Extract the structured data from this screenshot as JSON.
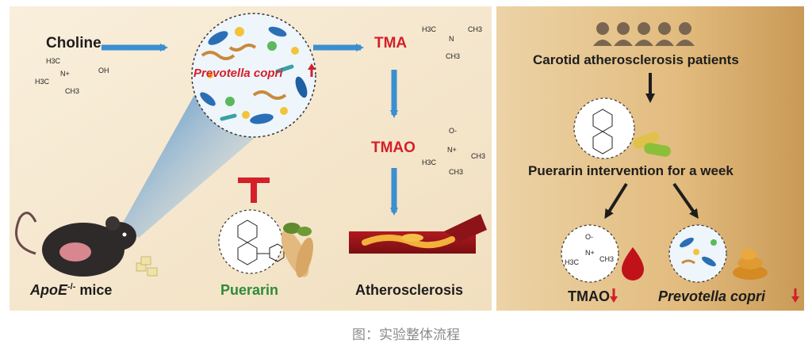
{
  "left_panel": {
    "choline_label": "Choline",
    "bacteria_label": "Prevotella copri",
    "tma_label": "TMA",
    "tmao_label": "TMAO",
    "mice_label_main": "ApoE",
    "mice_label_sup": "-/-",
    "mice_label_tail": " mice",
    "puerarin_label": "Puerarin",
    "athero_label": "Atherosclerosis"
  },
  "right_panel": {
    "patients_label": "Carotid atherosclerosis patients",
    "intervention_label": "Puerarin intervention for a week",
    "tmao_label": "TMAO",
    "bacteria_label": "Prevotella copri"
  },
  "chem": {
    "h3c": "H3C",
    "ch3": "CH3",
    "n_plus": "N+",
    "n": "N",
    "oh": "OH",
    "o_minus": "O-"
  },
  "caption": "图：实验整体流程",
  "colors": {
    "left_bg": "#f6e8cf",
    "right_bg": "#d9a863",
    "arrow_blue": "#3b8fd0",
    "label_red": "#d3202a",
    "label_green": "#2f8a3a",
    "arrow_dark": "#1d1d1d"
  }
}
